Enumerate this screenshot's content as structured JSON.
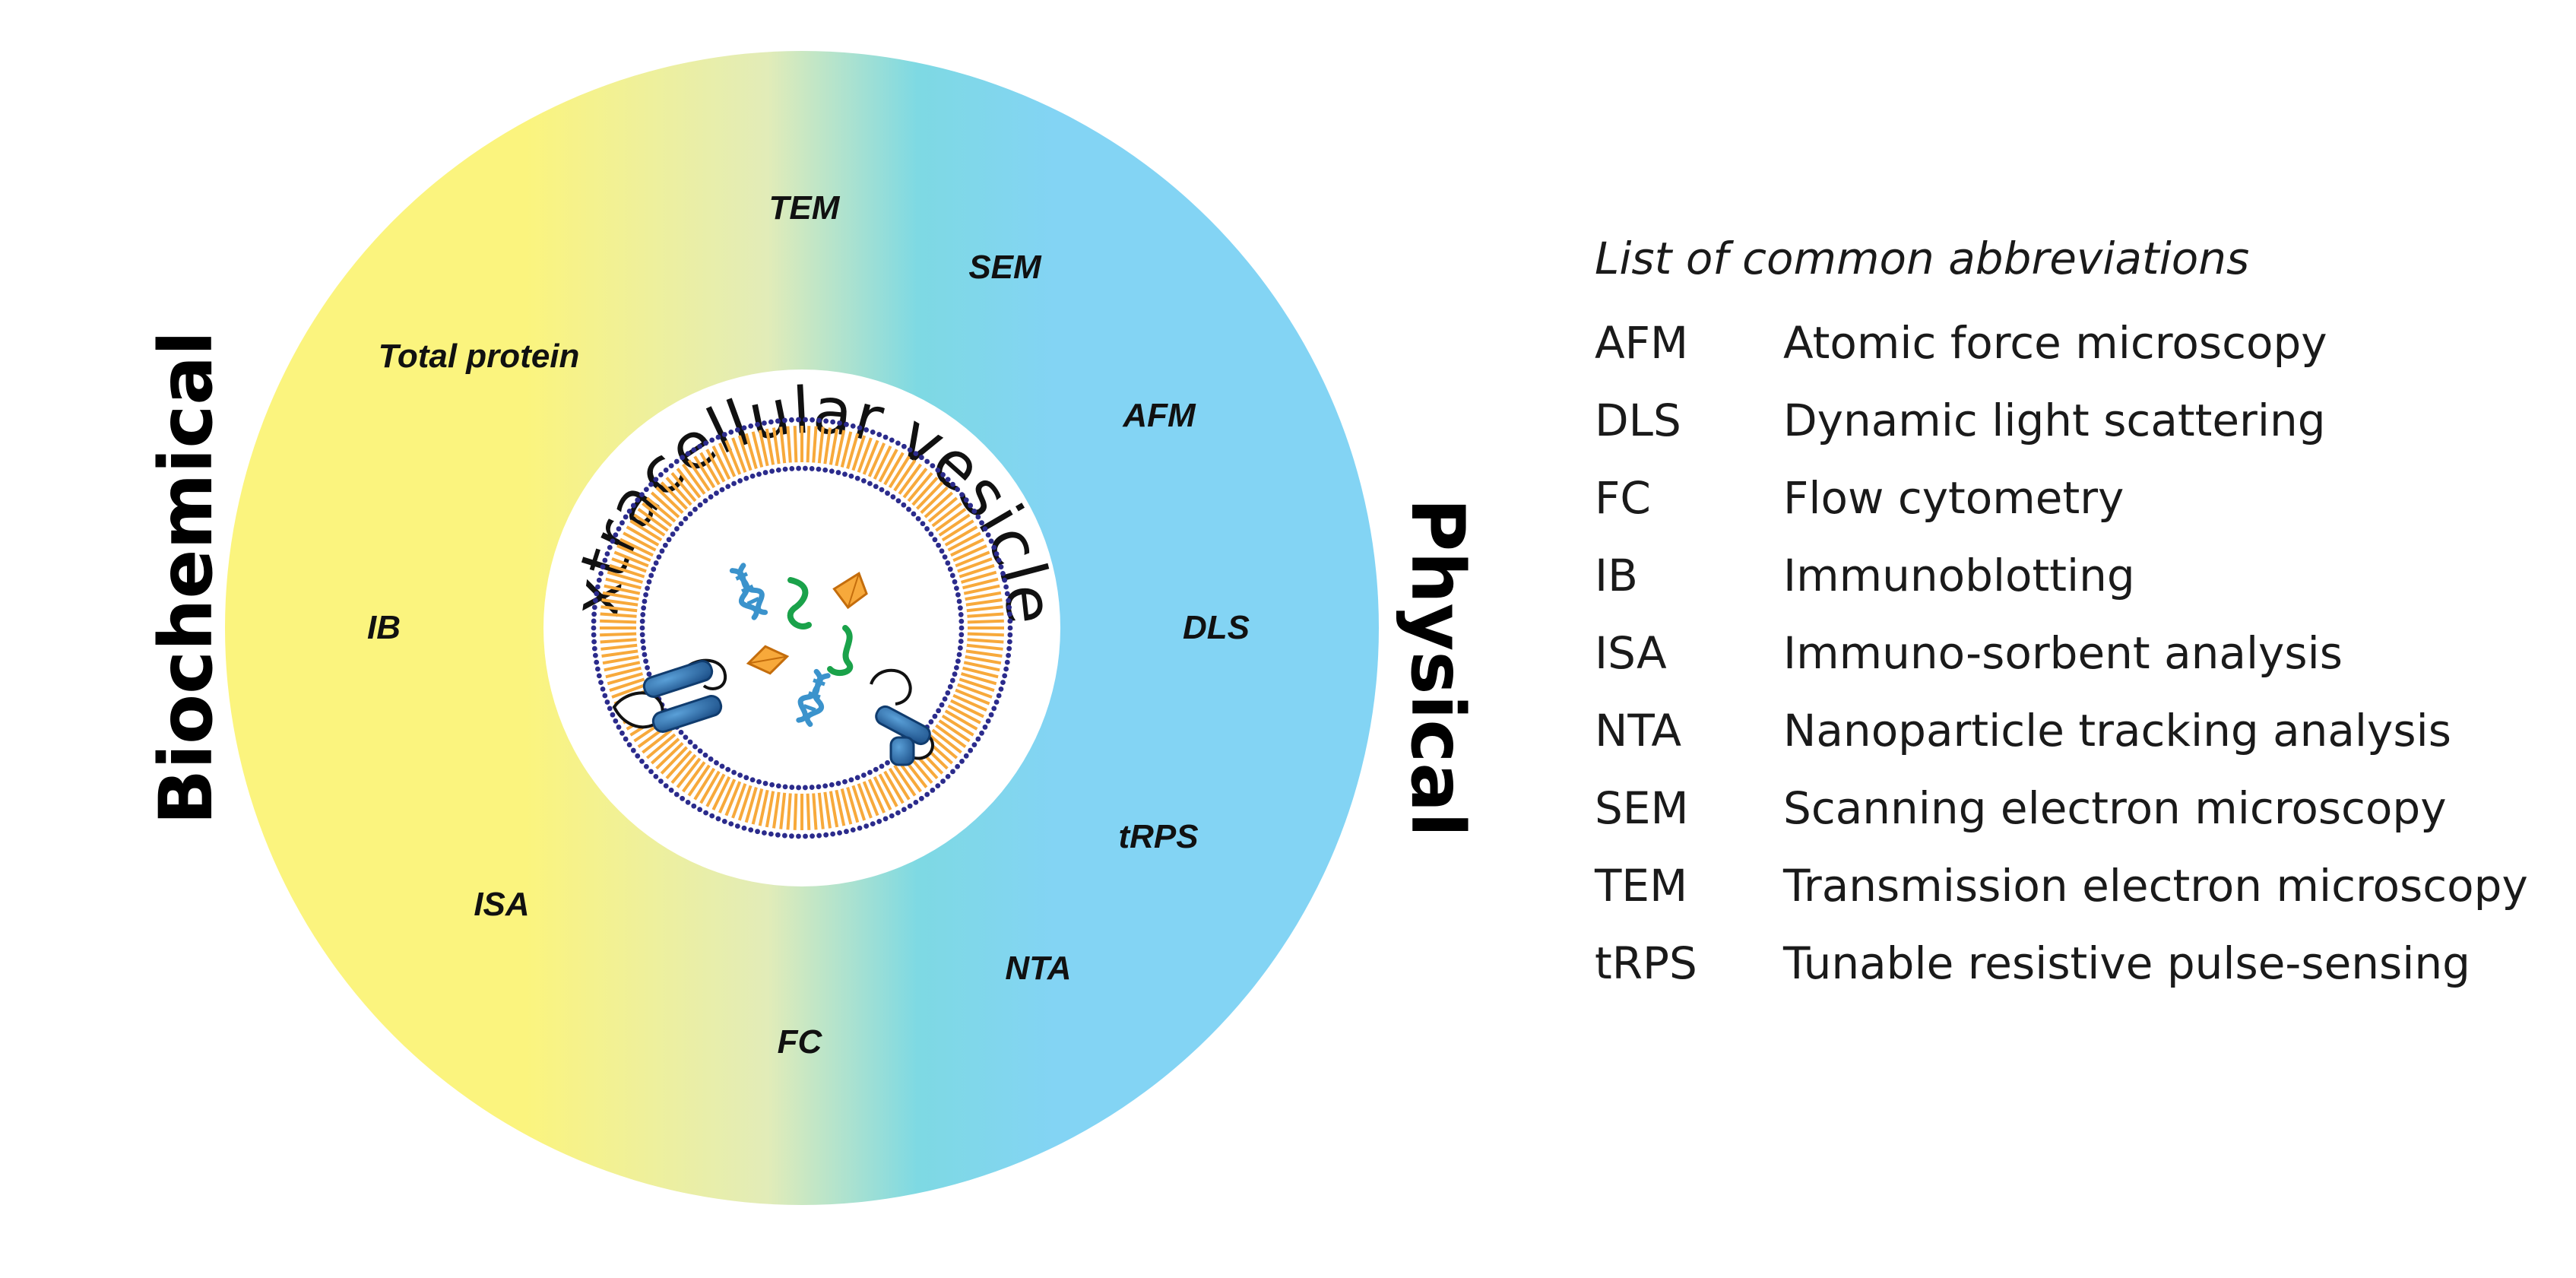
{
  "diagram": {
    "center_title": "Extracellular vesicles",
    "left_label": "Biochemical",
    "right_label": "Physical",
    "methods": [
      {
        "label": "TEM"
      },
      {
        "label": "SEM"
      },
      {
        "label": "Total protein"
      },
      {
        "label": "AFM"
      },
      {
        "label": "IB"
      },
      {
        "label": "DLS"
      },
      {
        "label": "tRPS"
      },
      {
        "label": "ISA"
      },
      {
        "label": "NTA"
      },
      {
        "label": "FC"
      }
    ],
    "colors": {
      "biochemical_yellow": "#fbf47e",
      "transition_teal": "#7ed9e3",
      "physical_blue": "#83d4f4",
      "lipid_orange": "#f7a93b",
      "membrane_dot_navy": "#2b2b8c",
      "protein_blue": "#2166a8",
      "rna_green": "#1aa24a",
      "dna_blue": "#3b93cc"
    },
    "icons": [
      "vesicle-membrane-icon",
      "dna-icon",
      "rna-icon",
      "protein-icon",
      "transmembrane-protein-icon"
    ]
  },
  "legend": {
    "title": "List of common abbreviations",
    "items": [
      {
        "abbr": "AFM",
        "desc": "Atomic force microscopy"
      },
      {
        "abbr": "DLS",
        "desc": "Dynamic light scattering"
      },
      {
        "abbr": "FC",
        "desc": "Flow cytometry"
      },
      {
        "abbr": "IB",
        "desc": "Immunoblotting"
      },
      {
        "abbr": "ISA",
        "desc": "Immuno-sorbent analysis"
      },
      {
        "abbr": "NTA",
        "desc": "Nanoparticle tracking analysis"
      },
      {
        "abbr": "SEM",
        "desc": "Scanning electron microscopy"
      },
      {
        "abbr": "TEM",
        "desc": "Transmission electron microscopy"
      },
      {
        "abbr": "tRPS",
        "desc": "Tunable resistive pulse-sensing"
      }
    ]
  }
}
